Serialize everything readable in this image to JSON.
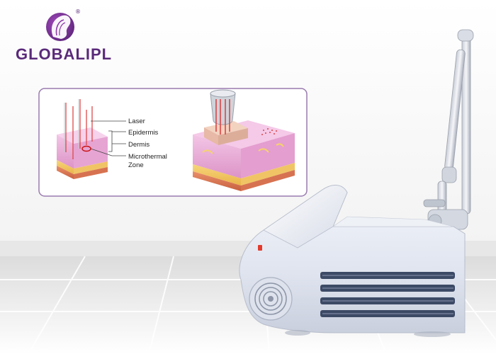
{
  "logo": {
    "text": "GLOBALIPL",
    "registered": "®",
    "colors": {
      "primary": "#5a2a7a",
      "accent": "#8e3aa8"
    }
  },
  "diagram": {
    "labels": {
      "laser": "Laser",
      "epidermis": "Epidermis",
      "dermis": "Dermis",
      "microthermal_zone_line1": "Microthermal",
      "microthermal_zone_line2": "Zone"
    },
    "colors": {
      "frame": "#9a7bb0",
      "skin_pink": "#e8a9d6",
      "fat_yellow": "#f2c763",
      "laser_red": "#d44"
    }
  }
}
